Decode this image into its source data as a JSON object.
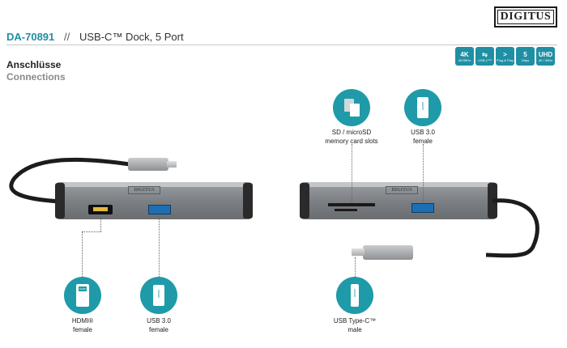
{
  "brand": {
    "logo_text": "DIGITUS"
  },
  "header": {
    "model": "DA-70891",
    "separator": "//",
    "product": "USB-C™ Dock, 5 Port"
  },
  "section": {
    "title_de": "Anschlüsse",
    "title_en": "Connections"
  },
  "badges": [
    {
      "glyph": "4K",
      "text": "4K/30Hz"
    },
    {
      "glyph": "⇆",
      "text": "USB-C™"
    },
    {
      "glyph": ">",
      "text": "Plug & Play"
    },
    {
      "glyph": "5",
      "text": "Gbps"
    },
    {
      "glyph": "UHD",
      "text": "4K / 30Hz"
    }
  ],
  "callouts": {
    "sd": {
      "label": "SD / microSD memory card slots",
      "line1": "SD / microSD",
      "line2": "memory card slots"
    },
    "usb_right": {
      "line1": "USB 3.0",
      "line2": "female"
    },
    "hdmi": {
      "line1": "HDMI®",
      "line2": "female"
    },
    "usb_left": {
      "line1": "USB 3.0",
      "line2": "female"
    },
    "typec": {
      "line1": "USB Type-C™",
      "line2": "male"
    }
  },
  "device": {
    "logo_text": "DIGITUS"
  },
  "colors": {
    "accent": "#1f8fa4",
    "circle": "#1f9aa8"
  }
}
